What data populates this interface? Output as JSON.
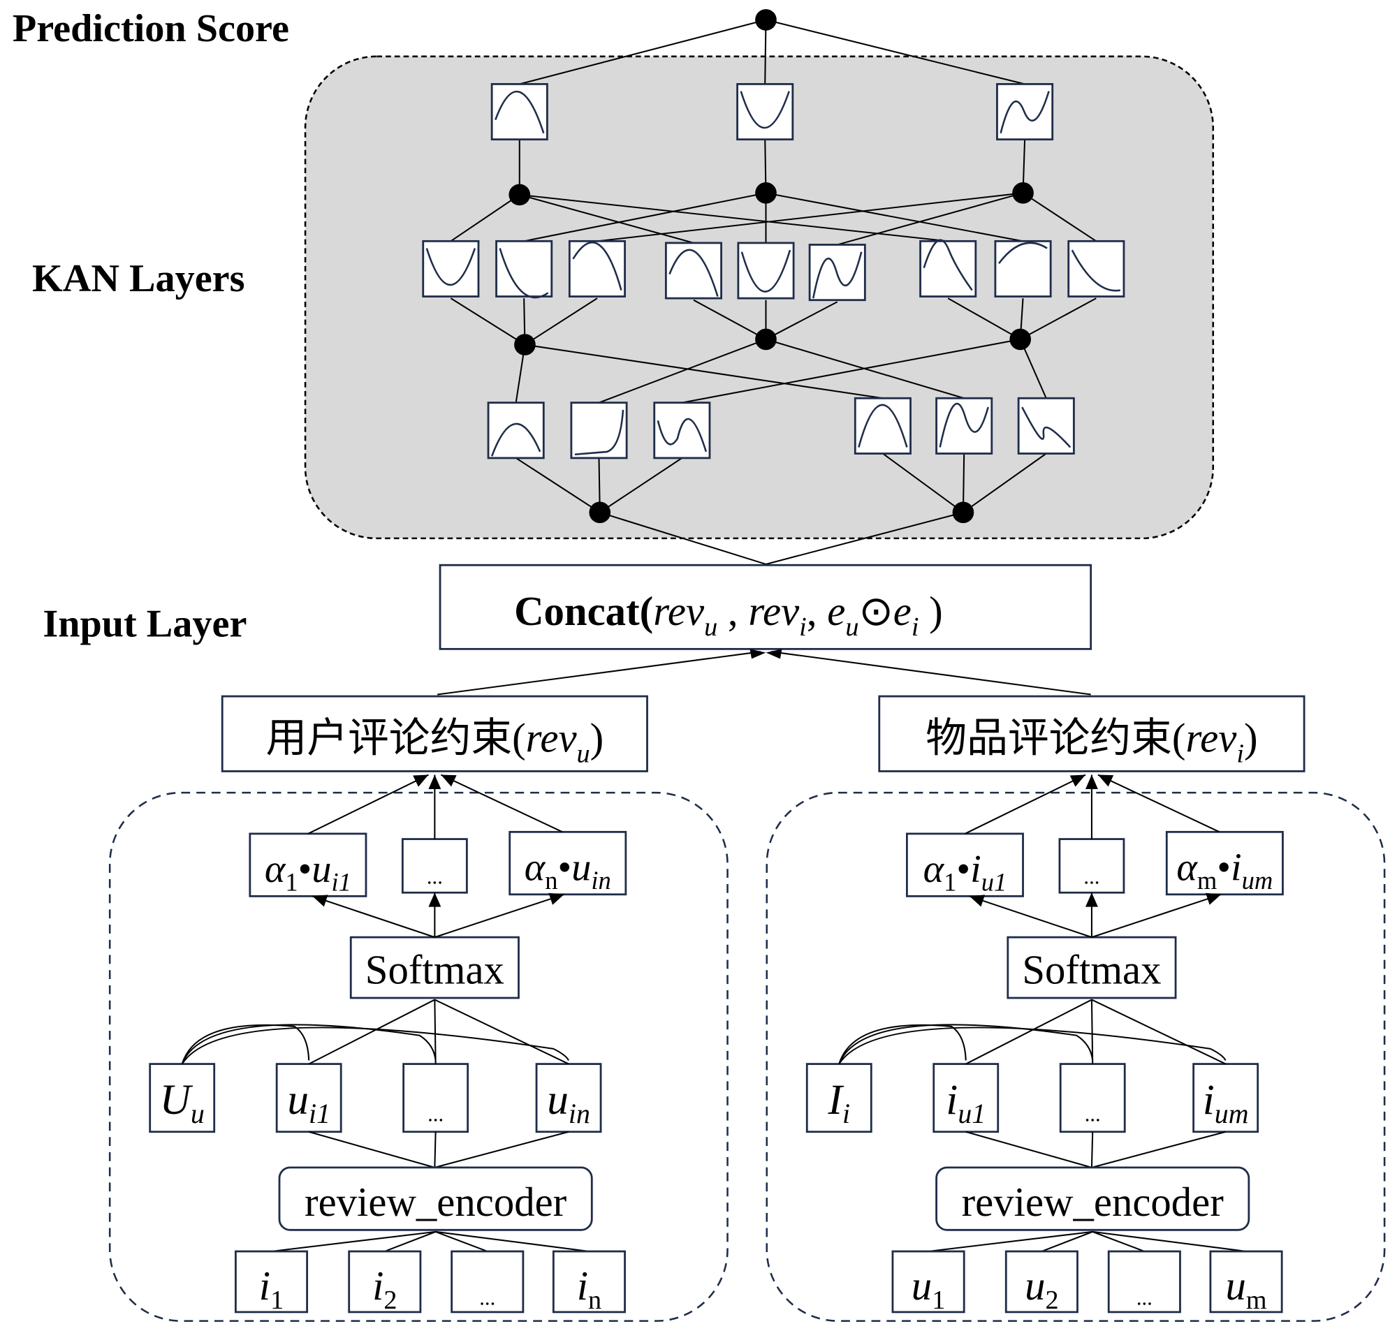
{
  "labels": {
    "prediction_score": "Prediction Score",
    "kan_layers": "KAN Layers",
    "input_layer": "Input Layer"
  },
  "concat": {
    "prefix": "Concat(",
    "rev": "rev",
    "u": "u",
    "sep1": " , ",
    "i": "i",
    "sep2": ", ",
    "e": "e",
    "odot": "⊙",
    "close": " )"
  },
  "user_branch": {
    "title_cn": "用户评论约束(",
    "title_rev": "rev",
    "title_sub": "u",
    "title_close": ")",
    "weighted": [
      {
        "a": "α",
        "asub": "1",
        "v": "u",
        "vsub": "i1"
      },
      {
        "dots": "..."
      },
      {
        "a": "α",
        "asub": "n",
        "v": "u",
        "vsub": "in"
      }
    ],
    "softmax": "Softmax",
    "query": {
      "main": "U",
      "sub": "u"
    },
    "reviews": [
      {
        "main": "u",
        "sub": "i1"
      },
      {
        "dots": "..."
      },
      {
        "main": "u",
        "sub": "in"
      }
    ],
    "encoder": "review_encoder",
    "inputs": [
      {
        "main": "i",
        "sub": "1"
      },
      {
        "main": "i",
        "sub": "2"
      },
      {
        "dots": "..."
      },
      {
        "main": "i",
        "sub": "n"
      }
    ]
  },
  "item_branch": {
    "title_cn": "物品评论约束(",
    "title_rev": "rev",
    "title_sub": "i",
    "title_close": ")",
    "weighted": [
      {
        "a": "α",
        "asub": "1",
        "v": "i",
        "vsub": "u1"
      },
      {
        "dots": "..."
      },
      {
        "a": "α",
        "asub": "m",
        "v": "i",
        "vsub": "um"
      }
    ],
    "softmax": "Softmax",
    "query": {
      "main": "I",
      "sub": "i"
    },
    "reviews": [
      {
        "main": "i",
        "sub": "u1"
      },
      {
        "dots": "..."
      },
      {
        "main": "i",
        "sub": "um"
      }
    ],
    "encoder": "review_encoder",
    "inputs": [
      {
        "main": "u",
        "sub": "1"
      },
      {
        "main": "u",
        "sub": "2"
      },
      {
        "dots": "..."
      },
      {
        "main": "u",
        "sub": "m"
      }
    ]
  }
}
